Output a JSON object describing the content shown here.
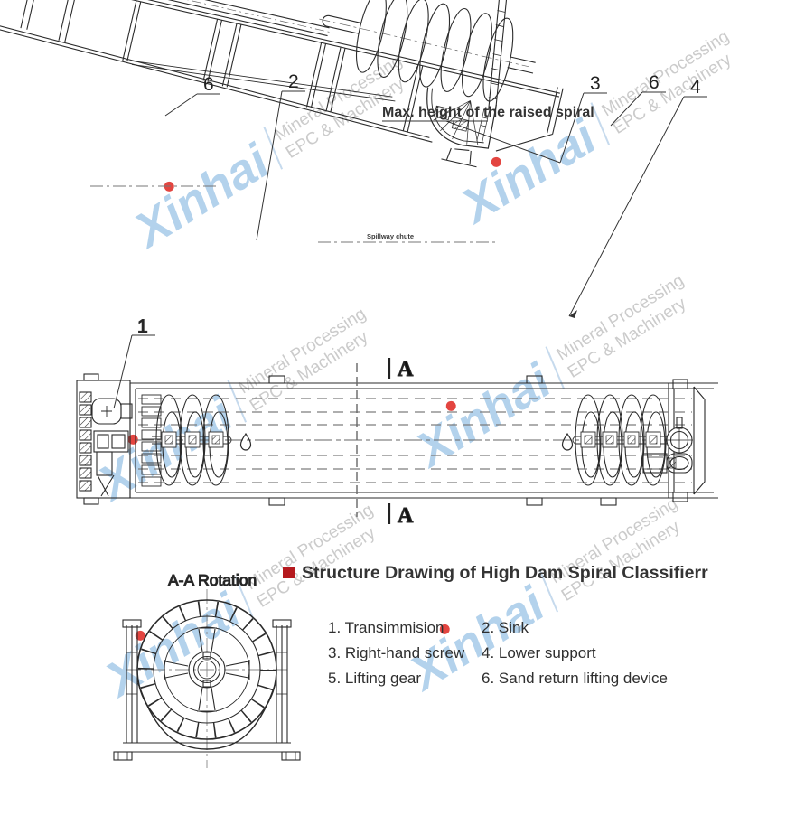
{
  "watermark": {
    "brand": "Xinhai",
    "line1": "Mineral Processing",
    "line2": "EPC & Machinery",
    "brand_color": "#afd0eb",
    "dot_color": "#e23b36",
    "text_color": "#c9c9c9"
  },
  "side_view": {
    "callout_sand_return_left": "6",
    "callout_sink": "2",
    "callout_screw": "3",
    "callout_sand_return_right": "6",
    "callout_lower_support": "4",
    "note_max_height": "Max. height of the raised spiral",
    "label_spillway": "Spillway chute"
  },
  "plan_view": {
    "callout_transmission": "1",
    "section_letter_top": "A",
    "section_letter_bottom": "A"
  },
  "section_view": {
    "title": "A-A Rotation"
  },
  "title_block": {
    "title": "Structure Drawing of High Dam Spiral Classifierr",
    "bullet_color": "#b5191e"
  },
  "legend": {
    "items": [
      "1. Transimmision",
      "2. Sink",
      "3. Right-hand screw",
      "4. Lower support",
      "5. Lifting gear",
      "6. Sand return lifting device"
    ]
  }
}
